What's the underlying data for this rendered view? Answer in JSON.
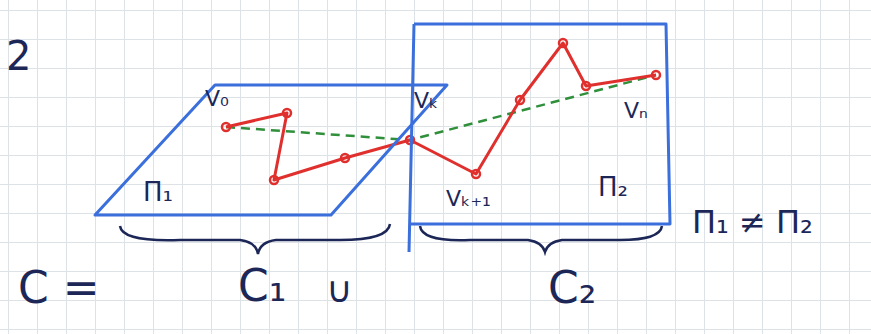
{
  "diagram": {
    "nodes": [
      {
        "text": [
          "Π₁"
        ]
      },
      {
        "text": [
          "Π₂"
        ]
      }
    ],
    "labels": [
      "2",
      "V₀",
      "Vₖ",
      "Vₙ",
      "Vₖ₊₁",
      "C =",
      "C₁",
      "∪",
      "C₂",
      "Π₁ ≠ Π₂"
    ]
  }
}
